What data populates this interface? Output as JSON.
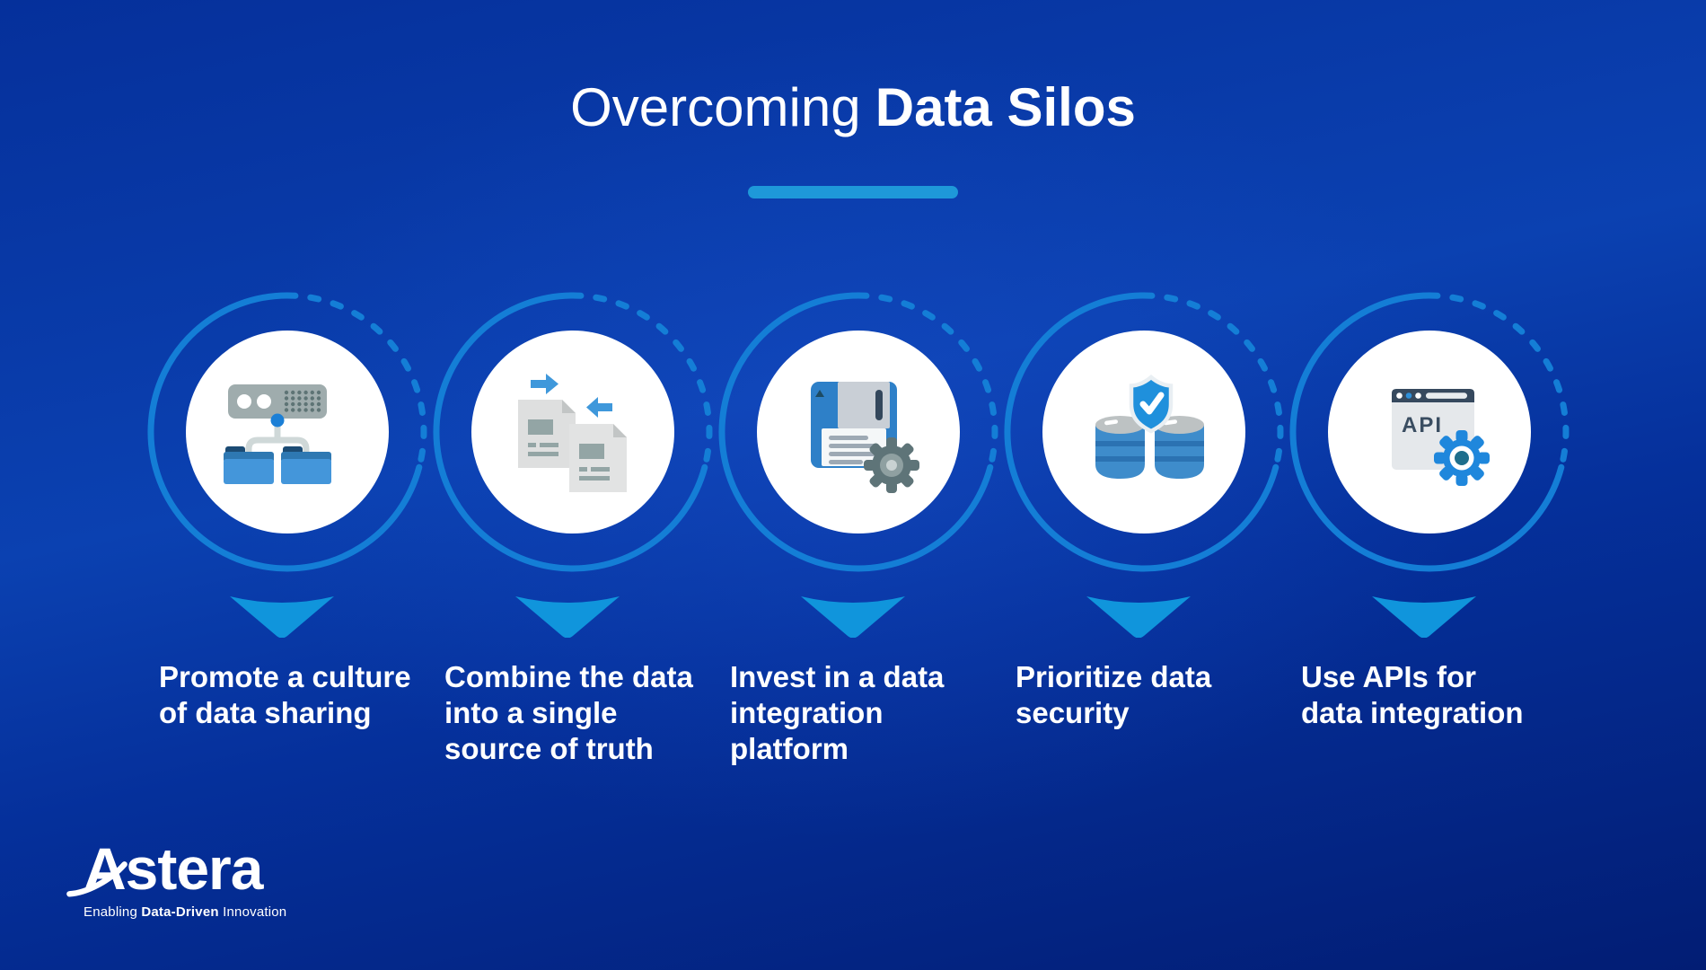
{
  "title": {
    "regular": "Overcoming",
    "bold": "Data Silos"
  },
  "steps": [
    {
      "icon": "server-network",
      "label": "Promote a culture\nof data sharing"
    },
    {
      "icon": "documents-sync",
      "label": "Combine the data\ninto a single\nsource of truth"
    },
    {
      "icon": "floppy-disk-gear",
      "label": "Invest in a data\nintegration\nplatform"
    },
    {
      "icon": "database-shield",
      "label": "Prioritize data\nsecurity"
    },
    {
      "icon": "api-browser-gear",
      "label": "Use APIs for\ndata integration",
      "icon_text": "API"
    }
  ],
  "logo": {
    "wordmark": "Astera",
    "tagline_regular_1": "Enabling ",
    "tagline_bold": "Data-Driven",
    "tagline_regular_2": " Innovation"
  },
  "colors": {
    "bg-deep": "#021D74",
    "bg-mid": "#05309B",
    "bg-bright": "#0B41B1",
    "ring-blue": "#147ED6",
    "arrow-blue": "#1095DC",
    "underline-blue": "#1E98D9",
    "text-white": "#FFFFFF"
  }
}
